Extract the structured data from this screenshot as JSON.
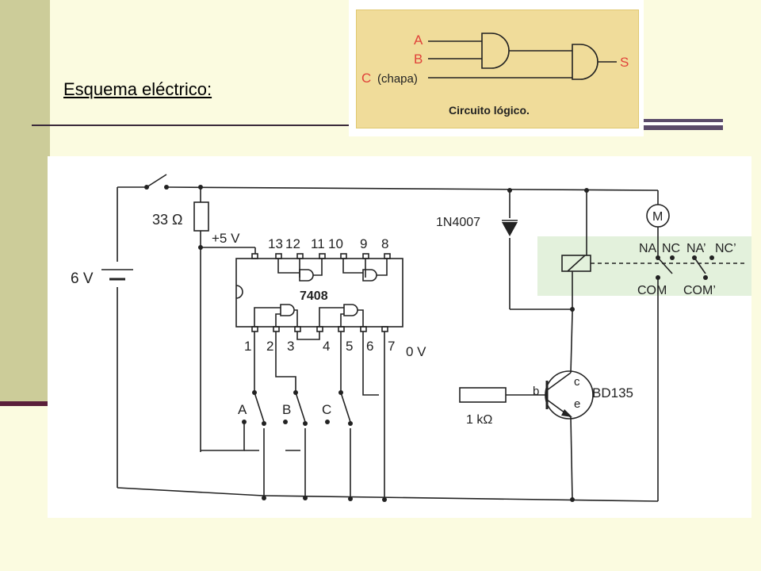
{
  "slide": {
    "title": "Esquema eléctrico:"
  },
  "logic_circuit": {
    "inputs": [
      "A",
      "B"
    ],
    "input_c": "C",
    "input_c_note": "(chapa)",
    "output": "S",
    "caption": "Circuito lógico."
  },
  "schematic": {
    "battery": "6 V",
    "resistor_top": "33 Ω",
    "supply": "+5 V",
    "ground": "0 V",
    "ic": "7408",
    "pins_top": [
      "13",
      "12",
      "11",
      "10",
      "9",
      "8"
    ],
    "pins_top_14": "",
    "pins_bottom": [
      "1",
      "2",
      "3",
      "4",
      "5",
      "6",
      "7"
    ],
    "diode": "1N4007",
    "motor": "M",
    "relay_contacts_top": [
      "NA",
      "NC",
      "NA’",
      "NC’"
    ],
    "relay_contacts_bottom": [
      "COM",
      "COM’"
    ],
    "resistor_base": "1 kΩ",
    "transistor": "BD135",
    "transistor_pins": {
      "b": "b",
      "c": "c",
      "e": "e"
    },
    "switches": [
      "A",
      "B",
      "C"
    ]
  },
  "colors": {
    "slide_bg": "#fbfbe0",
    "side_bar": "#cccc99",
    "logic_accent": "#e0423a",
    "logic_card": "#f0dc9a"
  }
}
